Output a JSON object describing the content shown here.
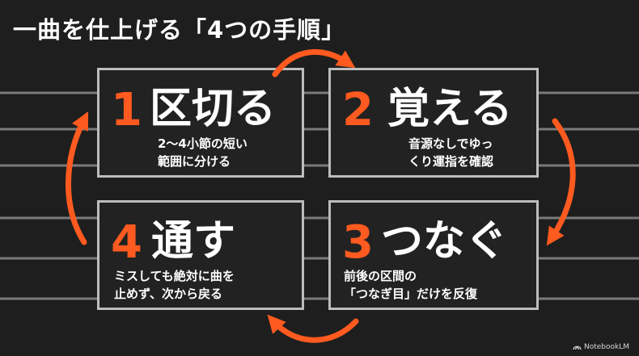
{
  "title": "一曲を仕上げる「4つの手順」",
  "steps": [
    {
      "number": "1",
      "heading": "区切る",
      "lines": [
        "2〜4小節の短い",
        "範囲に分ける"
      ]
    },
    {
      "number": "2",
      "heading": "覚える",
      "lines": [
        "音源なしでゆっ",
        "くり運指を確認"
      ]
    },
    {
      "number": "3",
      "heading": "つなぐ",
      "lines": [
        "前後の区間の",
        "「つなぎ目」だけを反復"
      ]
    },
    {
      "number": "4",
      "heading": "通す",
      "lines": [
        "ミスしても絶対に曲を",
        "止めず、次から戻る"
      ]
    }
  ],
  "brand": "NotebookLM",
  "colors": {
    "accent": "#ff5a1f",
    "border": "#bdbdbd",
    "background": "#1e1e1e"
  }
}
